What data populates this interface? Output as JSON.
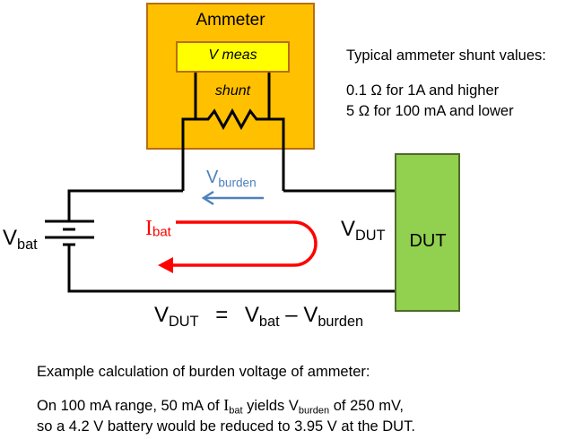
{
  "ammeter": {
    "title": "Ammeter",
    "vmeas_label": "V meas",
    "shunt_label": "shunt",
    "fill_color": "#FFC000",
    "vmeas_fill_color": "#FFFF00"
  },
  "notes": {
    "heading": "Typical ammeter shunt values:",
    "lines": [
      "0.1 Ω for 1A and higher",
      "5 Ω for 100 mA and lower"
    ]
  },
  "circuit": {
    "vburden": {
      "main": "V",
      "sub": "burden",
      "color": "#4F81BD"
    },
    "ibat": {
      "main": "I",
      "sub": "bat",
      "color": "#FF0000"
    },
    "vdut": {
      "main": "V",
      "sub": "DUT"
    },
    "vbat": {
      "main": "V",
      "sub": "bat"
    },
    "dut": {
      "label": "DUT",
      "fill_color": "#92D050"
    }
  },
  "equation": {
    "lhs_main": "V",
    "lhs_sub": "DUT",
    "equals": "=",
    "term1_main": "V",
    "term1_sub": "bat",
    "minus": "–",
    "term2_main": "V",
    "term2_sub": "burden"
  },
  "example": {
    "title": "Example calculation of burden voltage of ammeter:",
    "line1": {
      "part1": "On 100 mA range, 50 mA of ",
      "i_main": "I",
      "i_sub": "bat",
      "part2": " yields ",
      "v_main": "V",
      "v_sub": "burden",
      "part3": " of 250 mV,"
    },
    "line2": "so a 4.2 V battery would be reduced to 3.95 V at the DUT."
  }
}
